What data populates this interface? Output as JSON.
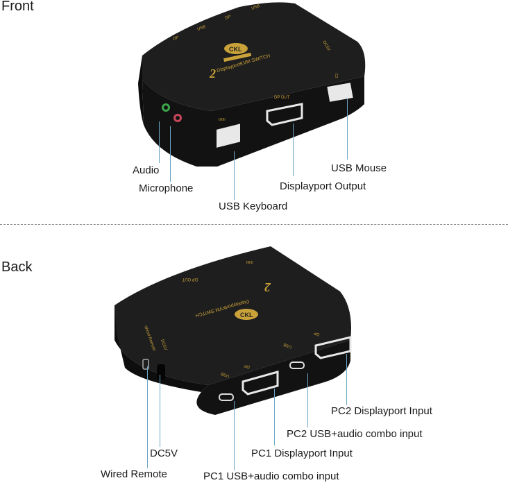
{
  "sections": {
    "front": {
      "title": "Front",
      "labels": {
        "audio": "Audio",
        "microphone": "Microphone",
        "usb_keyboard": "USB Keyboard",
        "displayport_output": "Displayport Output",
        "usb_mouse": "USB Mouse"
      },
      "device_markings": {
        "brand": "CKL",
        "product": "2-Port DisplayPort KVM Switch",
        "port_dp_out": "DP OUT",
        "legend_dp": "DP",
        "legend_usb": "USB",
        "legend_in": "IN"
      }
    },
    "back": {
      "title": "Back",
      "labels": {
        "wired_remote": "Wired Remote",
        "dc5v": "DC5V",
        "pc1_usb_audio": "PC1 USB+audio combo input",
        "pc1_displayport": "PC1 Displayport Input",
        "pc2_usb_audio": "PC2 USB+audio combo input",
        "pc2_displayport": "PC2 Displayport Input"
      },
      "device_markings": {
        "brand": "CKL",
        "product": "2-Port DisplayPort KVM Switch",
        "port_dp_out": "DP OUT",
        "wired_remote": "Wired Remote",
        "dc5v": "DC5V"
      }
    }
  },
  "colors": {
    "device_body": "#151515",
    "device_top": "#1e1e1e",
    "gold_print": "#c9a23a",
    "leader_line": "#6aa6c6",
    "divider": "#8a8a8a",
    "audio_jack": "#3aa64a",
    "mic_jack": "#c8465a"
  }
}
